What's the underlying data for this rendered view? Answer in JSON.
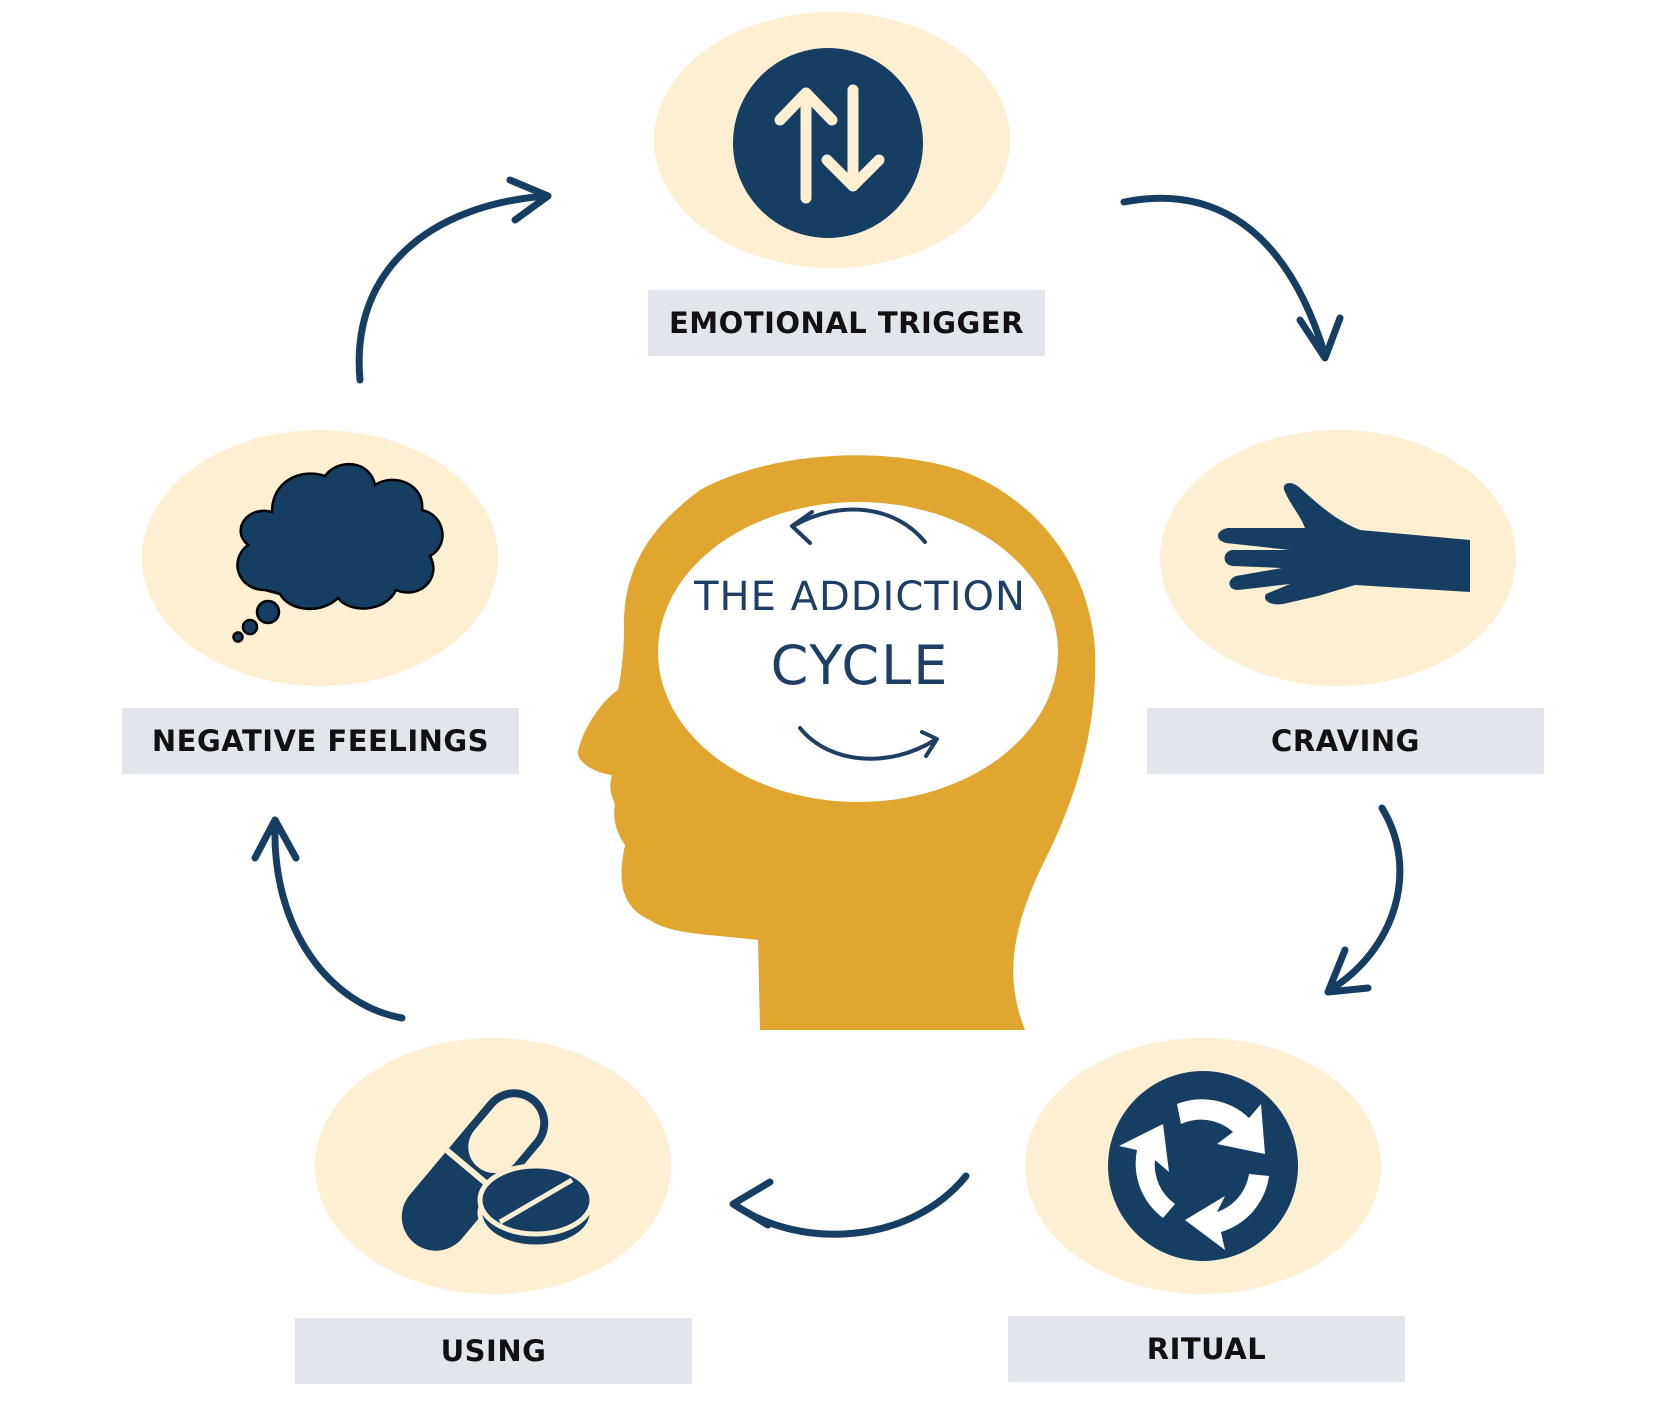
{
  "center": {
    "line1": "THE ADDICTION",
    "line2": "CYCLE"
  },
  "stages": [
    {
      "label": "EMOTIONAL TRIGGER",
      "icon": "up-down-arrows-icon"
    },
    {
      "label": "CRAVING",
      "icon": "reaching-hand-icon"
    },
    {
      "label": "RITUAL",
      "icon": "circular-arrows-icon"
    },
    {
      "label": "USING",
      "icon": "pills-icon"
    },
    {
      "label": "NEGATIVE FEELINGS",
      "icon": "thought-cloud-icon"
    }
  ],
  "colors": {
    "navy": "#163e63",
    "badge_bg": "#fdefd1",
    "head": "#e0a630",
    "label_bg": "#e1e6ed",
    "icon_light": "#fdefd1"
  }
}
